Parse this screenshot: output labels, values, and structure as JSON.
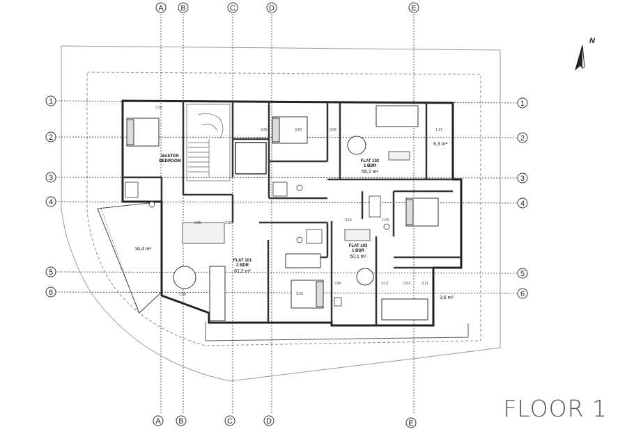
{
  "floor_title": "FLOOR 1",
  "north_label": "N",
  "grid_columns": {
    "top": [
      "A",
      "B",
      "C",
      "D",
      "E"
    ],
    "bottom": [
      "A",
      "B",
      "C",
      "D",
      "E"
    ]
  },
  "grid_rows": {
    "left": [
      "1",
      "2",
      "3",
      "4",
      "5",
      "6"
    ],
    "right": [
      "1",
      "2",
      "3",
      "4",
      "5",
      "6"
    ]
  },
  "rooms": {
    "master_bedroom": [
      "MASTER",
      "BEDROOM"
    ],
    "flat_101": [
      "FLAT 101",
      "2 BDR",
      "81,2 m²"
    ],
    "flat_102": [
      "FLAT 102",
      "1 BDR",
      "56,2 m²"
    ],
    "flat_103": [
      "FLAT 103",
      "1 BDR",
      "50,1 m²"
    ]
  },
  "areas": {
    "terrace_west": "16,4 m²",
    "balcony_ne": "6,3 m²",
    "balcony_se": "3,5 m²"
  },
  "dimensions": [
    "3.30",
    "3.29",
    "3.06",
    "2.65",
    "2.85",
    "1.21",
    "2.82",
    "3.15",
    "2.80",
    "3.26",
    "2.86",
    "3.13",
    "3.51",
    "3.11",
    "1.53"
  ]
}
